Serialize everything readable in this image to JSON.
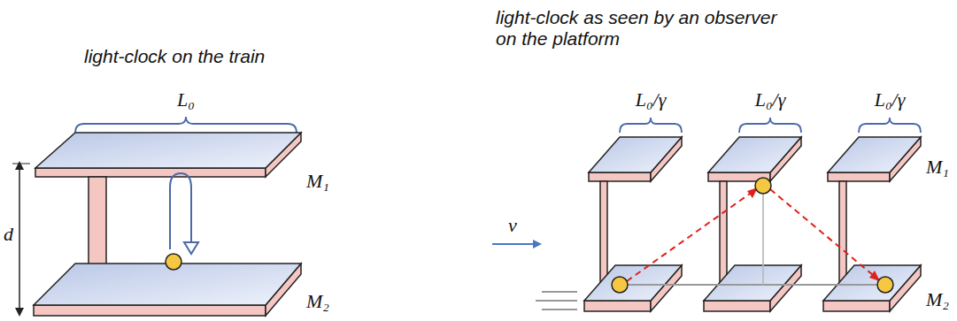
{
  "diagram": {
    "labels": [
      "light-clock on the train",
      "light-clock as seen by an observer on the platform",
      "L₀",
      "M₁",
      "d",
      "M₂",
      "L₀/γ",
      "L₀/γ",
      "L₀/γ",
      "v",
      "M₁",
      "M₂"
    ]
  }
}
